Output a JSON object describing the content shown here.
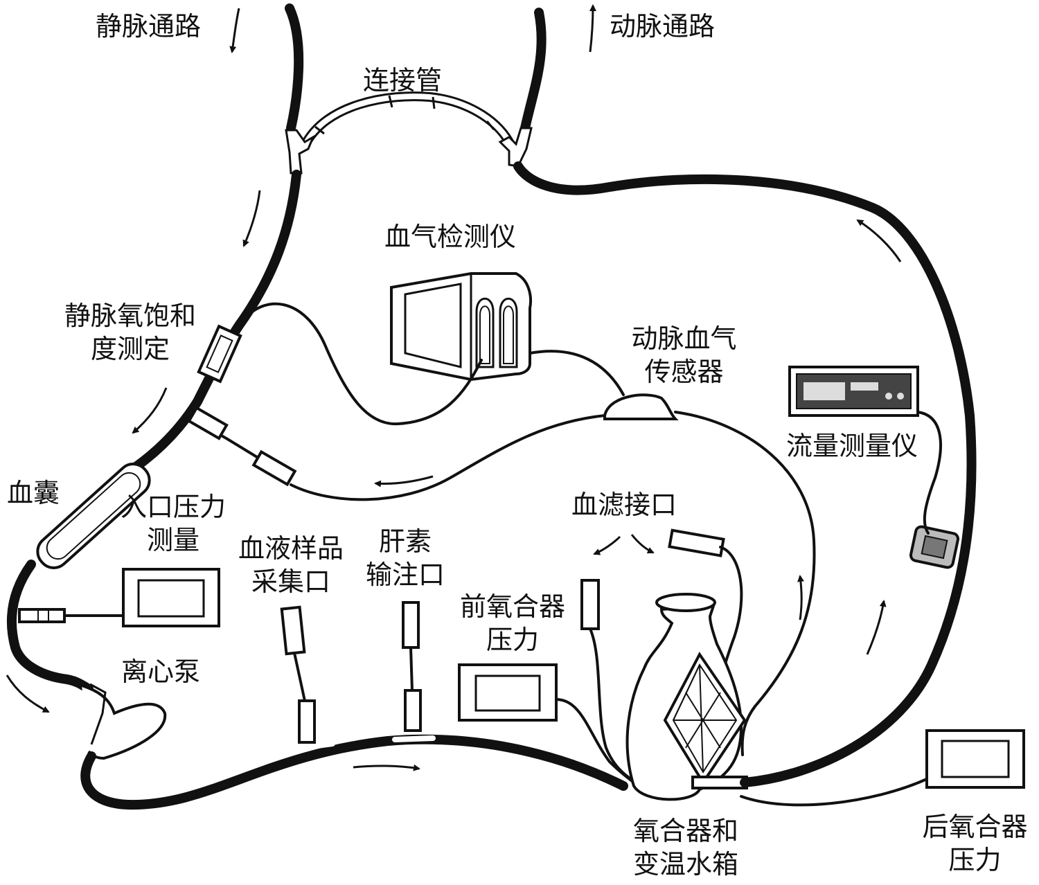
{
  "labels": {
    "venous_path": "静脉通路",
    "arterial_path": "动脉通路",
    "connector_tube": "连接管",
    "blood_gas_analyzer": "血气检测仪",
    "venous_saturation_l1": "静脉氧饱和",
    "venous_saturation_l2": "度测定",
    "arterial_gas_sensor_l1": "动脉血气",
    "arterial_gas_sensor_l2": "传感器",
    "flow_meter": "流量测量仪",
    "blood_bag": "血囊",
    "inlet_pressure_l1": "入口压力",
    "inlet_pressure_l2": "测量",
    "sample_port_l1": "血液样品",
    "sample_port_l2": "采集口",
    "heparin_port_l1": "肝素",
    "heparin_port_l2": "输注口",
    "hemofilter_port": "血滤接口",
    "pre_oxygenator_l1": "前氧合器",
    "pre_oxygenator_l2": "压力",
    "centrifugal_pump": "离心泵",
    "oxygenator_l1": "氧合器和",
    "oxygenator_l2": "变温水箱",
    "post_oxygenator_l1": "后氧合器",
    "post_oxygenator_l2": "压力"
  }
}
